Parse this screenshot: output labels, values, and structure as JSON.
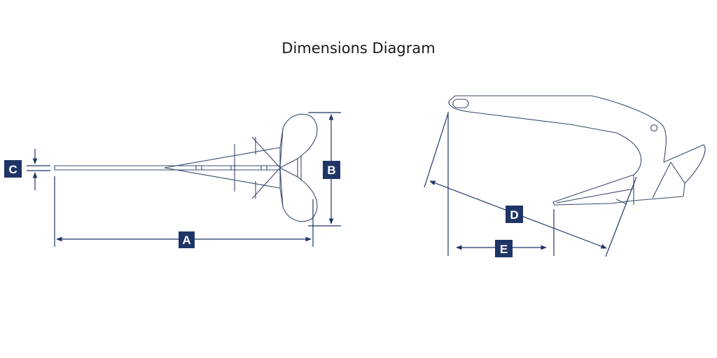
{
  "title": "Dimensions Diagram",
  "labels": {
    "a": "A",
    "b": "B",
    "c": "C",
    "d": "D",
    "e": "E"
  },
  "colors": {
    "dimension": "#1f3567",
    "outline": "#3a4a6e",
    "background": "#ffffff"
  }
}
